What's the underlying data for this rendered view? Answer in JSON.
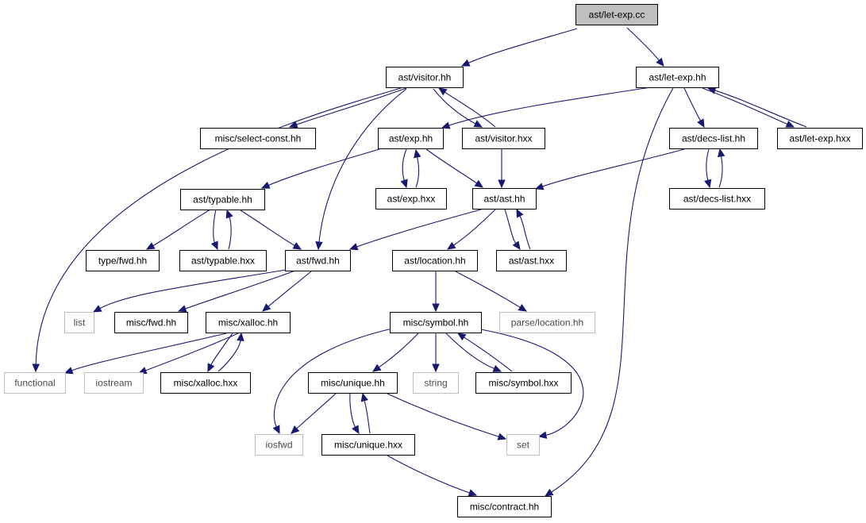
{
  "graph": {
    "root": "ast/let-exp.cc",
    "nodes": [
      {
        "id": "let_exp_cc",
        "label": "ast/let-exp.cc",
        "kind": "root"
      },
      {
        "id": "visitor_hh",
        "label": "ast/visitor.hh",
        "kind": "file"
      },
      {
        "id": "let_exp_hh",
        "label": "ast/let-exp.hh",
        "kind": "file"
      },
      {
        "id": "select_const_hh",
        "label": "misc/select-const.hh",
        "kind": "file"
      },
      {
        "id": "exp_hh",
        "label": "ast/exp.hh",
        "kind": "file"
      },
      {
        "id": "visitor_hxx",
        "label": "ast/visitor.hxx",
        "kind": "file"
      },
      {
        "id": "decs_list_hh",
        "label": "ast/decs-list.hh",
        "kind": "file"
      },
      {
        "id": "let_exp_hxx",
        "label": "ast/let-exp.hxx",
        "kind": "file"
      },
      {
        "id": "typable_hh",
        "label": "ast/typable.hh",
        "kind": "file"
      },
      {
        "id": "exp_hxx",
        "label": "ast/exp.hxx",
        "kind": "file"
      },
      {
        "id": "ast_hh",
        "label": "ast/ast.hh",
        "kind": "file"
      },
      {
        "id": "decs_list_hxx",
        "label": "ast/decs-list.hxx",
        "kind": "file"
      },
      {
        "id": "type_fwd_hh",
        "label": "type/fwd.hh",
        "kind": "file"
      },
      {
        "id": "typable_hxx",
        "label": "ast/typable.hxx",
        "kind": "file"
      },
      {
        "id": "ast_fwd_hh",
        "label": "ast/fwd.hh",
        "kind": "file"
      },
      {
        "id": "location_hh",
        "label": "ast/location.hh",
        "kind": "file"
      },
      {
        "id": "ast_hxx",
        "label": "ast/ast.hxx",
        "kind": "file"
      },
      {
        "id": "list",
        "label": "list",
        "kind": "external"
      },
      {
        "id": "misc_fwd_hh",
        "label": "misc/fwd.hh",
        "kind": "file"
      },
      {
        "id": "xalloc_hh",
        "label": "misc/xalloc.hh",
        "kind": "file"
      },
      {
        "id": "symbol_hh",
        "label": "misc/symbol.hh",
        "kind": "file"
      },
      {
        "id": "parse_location_hh",
        "label": "parse/location.hh",
        "kind": "external"
      },
      {
        "id": "functional",
        "label": "functional",
        "kind": "external"
      },
      {
        "id": "iostream",
        "label": "iostream",
        "kind": "external"
      },
      {
        "id": "xalloc_hxx",
        "label": "misc/xalloc.hxx",
        "kind": "file"
      },
      {
        "id": "unique_hh",
        "label": "misc/unique.hh",
        "kind": "file"
      },
      {
        "id": "string",
        "label": "string",
        "kind": "external"
      },
      {
        "id": "symbol_hxx",
        "label": "misc/symbol.hxx",
        "kind": "file"
      },
      {
        "id": "iosfwd",
        "label": "iosfwd",
        "kind": "external"
      },
      {
        "id": "unique_hxx",
        "label": "misc/unique.hxx",
        "kind": "file"
      },
      {
        "id": "set",
        "label": "set",
        "kind": "external"
      },
      {
        "id": "contract_hh",
        "label": "misc/contract.hh",
        "kind": "file"
      }
    ],
    "edges": [
      {
        "from": "let_exp_cc",
        "to": "visitor_hh"
      },
      {
        "from": "let_exp_cc",
        "to": "let_exp_hh"
      },
      {
        "from": "visitor_hh",
        "to": "functional"
      },
      {
        "from": "visitor_hh",
        "to": "select_const_hh"
      },
      {
        "from": "visitor_hh",
        "to": "ast_fwd_hh"
      },
      {
        "from": "visitor_hh",
        "to": "visitor_hxx"
      },
      {
        "from": "visitor_hxx",
        "to": "visitor_hh"
      },
      {
        "from": "visitor_hxx",
        "to": "ast_hh"
      },
      {
        "from": "let_exp_hh",
        "to": "exp_hh"
      },
      {
        "from": "let_exp_hh",
        "to": "decs_list_hh"
      },
      {
        "from": "let_exp_hh",
        "to": "let_exp_hxx"
      },
      {
        "from": "let_exp_hxx",
        "to": "let_exp_hh"
      },
      {
        "from": "let_exp_hh",
        "to": "contract_hh"
      },
      {
        "from": "exp_hh",
        "to": "typable_hh"
      },
      {
        "from": "exp_hh",
        "to": "exp_hxx"
      },
      {
        "from": "exp_hxx",
        "to": "exp_hh"
      },
      {
        "from": "exp_hh",
        "to": "ast_hh"
      },
      {
        "from": "decs_list_hh",
        "to": "ast_hh"
      },
      {
        "from": "decs_list_hh",
        "to": "decs_list_hxx"
      },
      {
        "from": "decs_list_hxx",
        "to": "decs_list_hh"
      },
      {
        "from": "typable_hh",
        "to": "type_fwd_hh"
      },
      {
        "from": "typable_hh",
        "to": "typable_hxx"
      },
      {
        "from": "typable_hxx",
        "to": "typable_hh"
      },
      {
        "from": "typable_hh",
        "to": "ast_fwd_hh"
      },
      {
        "from": "ast_hh",
        "to": "ast_fwd_hh"
      },
      {
        "from": "ast_hh",
        "to": "location_hh"
      },
      {
        "from": "ast_hh",
        "to": "ast_hxx"
      },
      {
        "from": "ast_hxx",
        "to": "ast_hh"
      },
      {
        "from": "ast_fwd_hh",
        "to": "list"
      },
      {
        "from": "ast_fwd_hh",
        "to": "misc_fwd_hh"
      },
      {
        "from": "ast_fwd_hh",
        "to": "xalloc_hh"
      },
      {
        "from": "location_hh",
        "to": "symbol_hh"
      },
      {
        "from": "location_hh",
        "to": "parse_location_hh"
      },
      {
        "from": "xalloc_hh",
        "to": "functional"
      },
      {
        "from": "xalloc_hh",
        "to": "iostream"
      },
      {
        "from": "xalloc_hh",
        "to": "xalloc_hxx"
      },
      {
        "from": "xalloc_hxx",
        "to": "xalloc_hh"
      },
      {
        "from": "symbol_hh",
        "to": "iosfwd"
      },
      {
        "from": "symbol_hh",
        "to": "unique_hh"
      },
      {
        "from": "symbol_hh",
        "to": "string"
      },
      {
        "from": "symbol_hh",
        "to": "symbol_hxx"
      },
      {
        "from": "symbol_hxx",
        "to": "symbol_hh"
      },
      {
        "from": "symbol_hh",
        "to": "set"
      },
      {
        "from": "unique_hh",
        "to": "iosfwd"
      },
      {
        "from": "unique_hh",
        "to": "unique_hxx"
      },
      {
        "from": "unique_hxx",
        "to": "unique_hh"
      },
      {
        "from": "unique_hh",
        "to": "set"
      },
      {
        "from": "unique_hxx",
        "to": "contract_hh"
      }
    ]
  },
  "colors": {
    "edge": "#191970",
    "root_fill": "#bfbfbf",
    "node_border": "#000000",
    "external_border": "#bfbfbf"
  }
}
